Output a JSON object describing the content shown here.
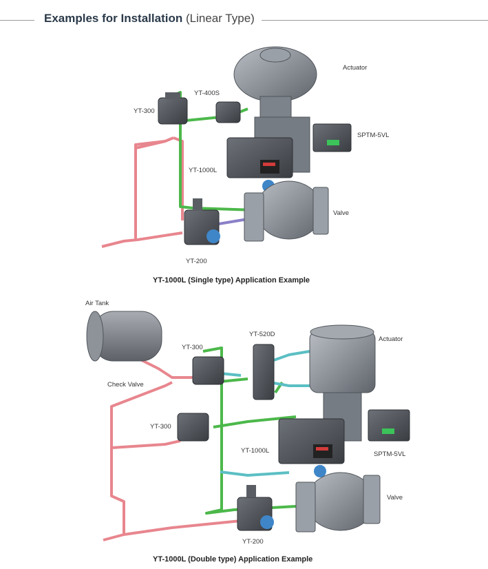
{
  "header": {
    "title_bold": "Examples for Installation",
    "title_light": "(Linear Type)"
  },
  "single": {
    "labels": {
      "actuator": "Actuator",
      "yt400s": "YT-400S",
      "yt300": "YT-300",
      "sptm": "SPTM-5VL",
      "yt1000l": "YT-1000L",
      "valve": "Valve",
      "yt200": "YT-200"
    },
    "caption": "YT-1000L (Single type) Application Example"
  },
  "double": {
    "labels": {
      "air_tank": "Air Tank",
      "yt520d": "YT-520D",
      "actuator": "Actuator",
      "yt300_top": "YT-300",
      "check_valve": "Check Valve",
      "yt300_mid": "YT-300",
      "sptm": "SPTM-5VL",
      "yt1000l": "YT-1000L",
      "valve": "Valve",
      "yt200": "YT-200"
    },
    "caption": "YT-1000L (Double type) Application Example"
  },
  "colors": {
    "supply_pipe": "#e8868e",
    "signal_pipe": "#4cb84a",
    "output_pipe": "#5bbfc4",
    "accent": "#3f86c8",
    "equipment": "#8c9199"
  }
}
